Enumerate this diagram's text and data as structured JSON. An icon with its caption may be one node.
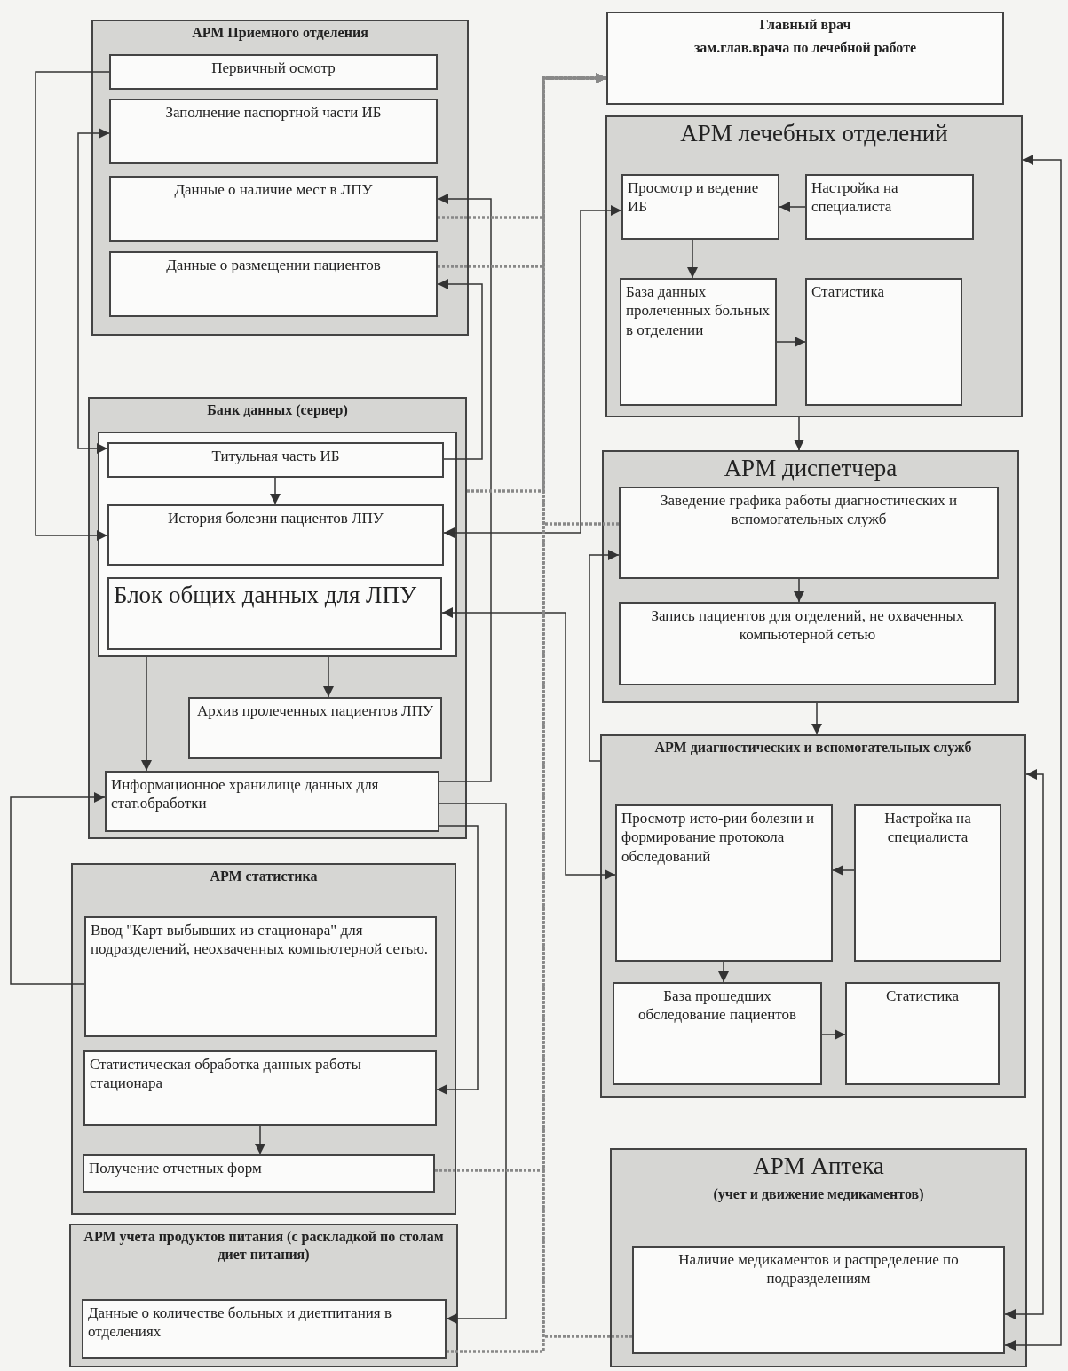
{
  "diagram": {
    "nodes": [
      {
        "text": [
          "АРМ Приемного отделения"
        ]
      },
      {
        "text": [
          "Первичный осмотр"
        ],
        "in": 0
      },
      {
        "text": [
          "Заполнение паспортной части ИБ"
        ],
        "in": 0
      },
      {
        "text": [
          "Данные о наличие мест в ЛПУ"
        ],
        "in": 0
      },
      {
        "text": [
          "Данные о размещении пациентов"
        ],
        "in": 0
      },
      {
        "text": [
          "Главный врач",
          "зам.глав.врача по лечебной работе"
        ]
      },
      {
        "text": [
          "АРМ лечебных отделений"
        ]
      },
      {
        "text": [
          "Просмотр и ведение ИБ"
        ],
        "in": 6
      },
      {
        "text": [
          "Настройка на специалиста"
        ],
        "in": 6
      },
      {
        "text": [
          "База данных пролеченных больных в отделении"
        ],
        "in": 6
      },
      {
        "text": [
          "Статистика"
        ],
        "in": 6
      },
      {
        "text": [
          "Банк данных (сервер)"
        ]
      },
      {
        "text": [],
        "shape": "box",
        "in": 11
      },
      {
        "text": [
          "Титульная часть ИБ"
        ],
        "in": 12
      },
      {
        "text": [
          "История болезни пациентов ЛПУ"
        ],
        "in": 12
      },
      {
        "text": [
          "Блок общих данных для ЛПУ"
        ],
        "in": 12
      },
      {
        "text": [
          "Архив пролеченных пациентов ЛПУ"
        ],
        "in": 11
      },
      {
        "text": [
          "Информационное хранилище данных для стат.обработки"
        ],
        "in": 11
      },
      {
        "text": [
          "АРМ диспетчера"
        ]
      },
      {
        "text": [
          "Заведение графика работы диагностических и вспомогательных служб"
        ],
        "in": 18
      },
      {
        "text": [
          "Запись пациентов для отделений, не охваченных компьютерной сетью"
        ],
        "in": 18
      },
      {
        "text": [
          "АРМ диагностических и вспомогательных служб"
        ]
      },
      {
        "text": [
          "Просмотр исто-рии болезни и формирование протокола обследований"
        ],
        "in": 21
      },
      {
        "text": [
          "Настройка на специалиста"
        ],
        "in": 21
      },
      {
        "text": [
          "База прошедших обследование пациентов"
        ],
        "in": 21
      },
      {
        "text": [
          "Статистика"
        ],
        "in": 21
      },
      {
        "text": [
          "АРМ статистика"
        ]
      },
      {
        "text": [
          "Ввод \"Карт выбывших из стационара\" для подразделений, неохваченных компьютерной сетью."
        ],
        "in": 26
      },
      {
        "text": [
          "Статистическая обработка данных работы стационара"
        ],
        "in": 26
      },
      {
        "text": [
          "Получение отчетных форм"
        ],
        "in": 26
      },
      {
        "text": [
          "АРМ учета продуктов питания (с раскладкой по столам диет питания)"
        ]
      },
      {
        "text": [
          "Данные о количестве больных и диетпитания в отделениях"
        ],
        "in": 30
      },
      {
        "text": [
          "АРМ Аптека",
          "(учет и движение медикаментов)"
        ]
      },
      {
        "text": [
          "Наличие медикаментов и распределение по подразделениям"
        ],
        "in": 32
      }
    ],
    "edges": [
      {
        "from": 1,
        "to": 14,
        "arrow": "to"
      },
      {
        "from": 13,
        "to": 2,
        "arrow": "both"
      },
      {
        "from": 13,
        "to": 4,
        "arrow": "to"
      },
      {
        "from": 17,
        "to": 3,
        "arrow": "to"
      },
      {
        "from": 13,
        "to": 14,
        "arrow": "to"
      },
      {
        "from": 12,
        "to": 16,
        "arrow": "to"
      },
      {
        "from": 12,
        "to": 17,
        "arrow": "to"
      },
      {
        "from": 27,
        "to": 17,
        "arrow": "to"
      },
      {
        "from": 17,
        "to": 28,
        "arrow": "to"
      },
      {
        "from": 17,
        "to": 31,
        "arrow": "to"
      },
      {
        "from": 28,
        "to": 29,
        "arrow": "to"
      },
      {
        "from": 7,
        "to": 14,
        "arrow": "both"
      },
      {
        "from": 15,
        "to": 22,
        "arrow": "both"
      },
      {
        "from": 8,
        "to": 7,
        "arrow": "to"
      },
      {
        "from": 7,
        "to": 9,
        "arrow": "to"
      },
      {
        "from": 9,
        "to": 10,
        "arrow": "to"
      },
      {
        "from": 6,
        "to": 18,
        "arrow": "to"
      },
      {
        "from": 19,
        "to": 20,
        "arrow": "to"
      },
      {
        "from": 18,
        "to": 21,
        "arrow": "to"
      },
      {
        "from": 21,
        "to": 19,
        "arrow": "to"
      },
      {
        "from": 23,
        "to": 22,
        "arrow": "to"
      },
      {
        "from": 22,
        "to": 24,
        "arrow": "to"
      },
      {
        "from": 24,
        "to": 25,
        "arrow": "to"
      },
      {
        "from": 33,
        "to": 21,
        "arrow": "both"
      },
      {
        "from": 33,
        "to": 6,
        "arrow": "both"
      },
      {
        "from": 3,
        "to": 5,
        "arrow": "to",
        "style": "dashed",
        "color": "#888888"
      },
      {
        "from": 4,
        "to": 5,
        "arrow": "to",
        "style": "dashed",
        "color": "#888888"
      },
      {
        "from": 11,
        "to": 5,
        "arrow": "to",
        "style": "dashed",
        "color": "#888888"
      },
      {
        "from": 19,
        "to": 5,
        "arrow": "to",
        "style": "dashed",
        "color": "#888888"
      },
      {
        "from": 29,
        "to": 5,
        "arrow": "to",
        "style": "dashed",
        "color": "#888888"
      },
      {
        "from": 31,
        "to": 5,
        "arrow": "to",
        "style": "dashed",
        "color": "#888888"
      },
      {
        "from": 33,
        "to": 5,
        "arrow": "to",
        "style": "dashed",
        "color": "#888888"
      }
    ]
  }
}
